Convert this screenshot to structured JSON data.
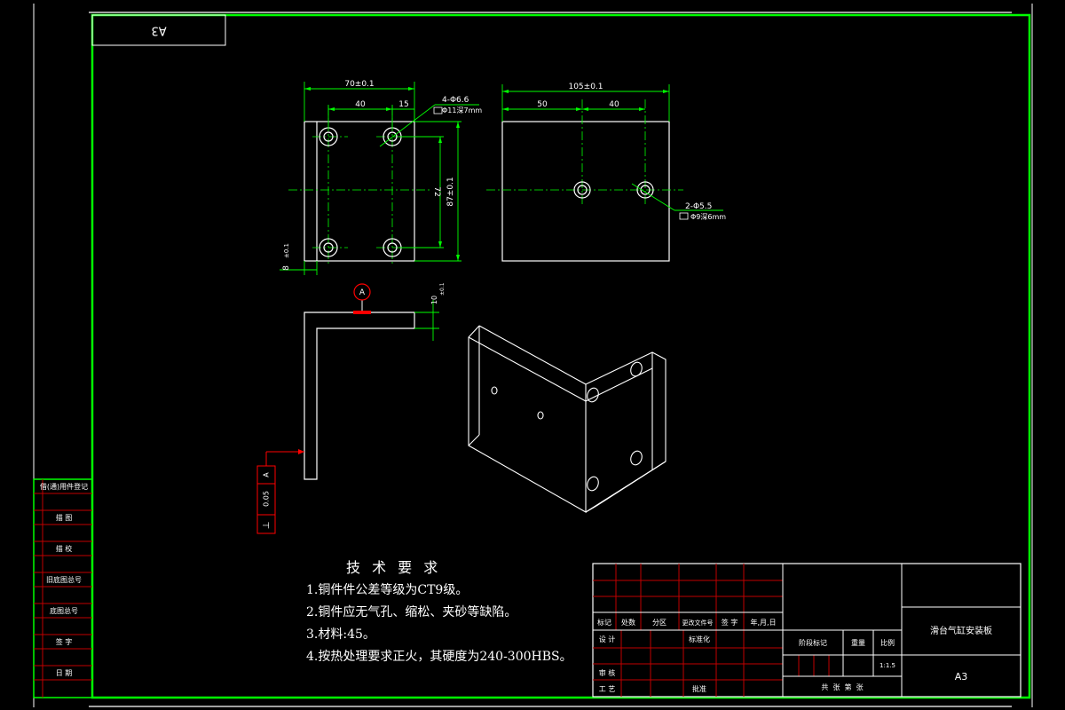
{
  "sheet_code": "A3",
  "front_view": {
    "dim_width": "70±0.1",
    "dim_hole_spacing": "40",
    "dim_edge": "15",
    "hole_callout": "4-Φ6.6",
    "hole_callout_sub": "Φ11深7mm",
    "dim_height": "87±0.1",
    "dim_hole_vertical": "72",
    "dim_thickness": "8",
    "dim_thickness_tol": "±0.1"
  },
  "side_view": {
    "dim_width": "105±0.1",
    "dim_left": "50",
    "dim_hole_spacing": "40",
    "hole_callout": "2-Φ5.5",
    "hole_callout_sub": "Φ9深6mm"
  },
  "section_view": {
    "datum": "A",
    "dim_thickness": "10",
    "dim_thickness_tol": "±0.1",
    "tolerance_value": "0.05",
    "tolerance_datum": "A",
    "tolerance_symbol": "⊥"
  },
  "tech": {
    "title": "技 术 要 求",
    "lines": [
      "1.铜件件公差等级为CT9级。",
      "2.铜件应无气孔、缩松、夹砂等缺陷。",
      "3.材料:45。",
      "4.按热处理要求正火，其硬度为240-300HBS。"
    ]
  },
  "side_table": [
    "借(通)用件登记",
    "描 图",
    "描 校",
    "旧底图总号",
    "底图总号",
    "签 字",
    "日 期"
  ],
  "title_block": {
    "row_headers": [
      "标记",
      "处数",
      "分区",
      "更改文件号",
      "签 字",
      "年,月,日"
    ],
    "design": "设 计",
    "standardization": "标准化",
    "review": "审 核",
    "process": "工 艺",
    "approve": "批准",
    "stage_mark": "阶段标记",
    "weight": "重量",
    "scale_label": "比例",
    "scale_value": "1:1.5",
    "sheets": "共  张  第  张",
    "part_name": "滑台气缸安装板",
    "paper": "A3"
  },
  "colors": {
    "border": "#00ff00",
    "lines": "#ffffff",
    "dimension": "#00ff00",
    "datum": "#ff0000",
    "table_grid": "#c00000"
  }
}
